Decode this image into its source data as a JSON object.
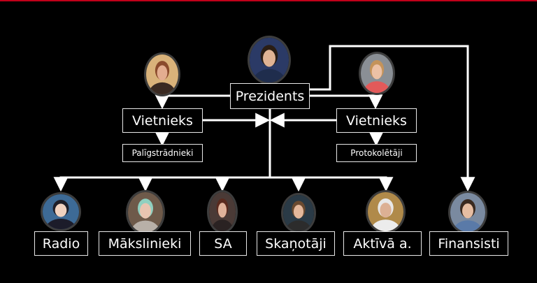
{
  "nodes": {
    "president": "Prezidents",
    "vice_left": "Vietnieks",
    "vice_right": "Vietnieks",
    "assistants": "Palīgstrādnieki",
    "secretaries": "Protokolētāji",
    "radio": "Radio",
    "artists": "Mākslinieki",
    "sa": "SA",
    "sound": "Skaņotāji",
    "active": "Aktīvā a.",
    "finance": "Finansisti"
  },
  "colors": {
    "background": "#000000",
    "line": "#ffffff",
    "accent_top": "#c0001a",
    "avatar_border": "#3d3d3d"
  },
  "avatars": [
    {
      "name": "person-photo-icon",
      "bg": "#2b3a66",
      "skin": "#e0b394",
      "hair": "#2a1d14",
      "shirt": "#1f2d4d"
    },
    {
      "name": "person-photo-icon",
      "bg": "#d9b27a",
      "skin": "#e3ad90",
      "hair": "#8a4a2c",
      "shirt": "#3a2a22"
    },
    {
      "name": "person-photo-icon",
      "bg": "#8a8f95",
      "skin": "#ecc1a5",
      "hair": "#c4935a",
      "shirt": "#e35a5a"
    },
    {
      "name": "person-photo-icon",
      "bg": "#3d6a96",
      "skin": "#f0d2c0",
      "hair": "#1e1e28",
      "shirt": "#1c1c2a"
    },
    {
      "name": "person-photo-icon",
      "bg": "#6e5a4a",
      "skin": "#e8c4b0",
      "hair": "#8fd0c0",
      "shirt": "#b8b0a8"
    },
    {
      "name": "person-photo-icon",
      "bg": "#4a3a36",
      "skin": "#e0b29a",
      "hair": "#5a2a1e",
      "shirt": "#2a2222"
    },
    {
      "name": "person-photo-icon",
      "bg": "#2a3a46",
      "skin": "#e4b89c",
      "hair": "#6a4a30",
      "shirt": "#2c2c2c"
    },
    {
      "name": "person-photo-icon",
      "bg": "#b08a4a",
      "skin": "#dcb094",
      "hair": "#e8e8e8",
      "shirt": "#ececec"
    },
    {
      "name": "person-photo-icon",
      "bg": "#7a8aa0",
      "skin": "#e6bda2",
      "hair": "#3a2a20",
      "shirt": "#5a7aa8"
    }
  ]
}
